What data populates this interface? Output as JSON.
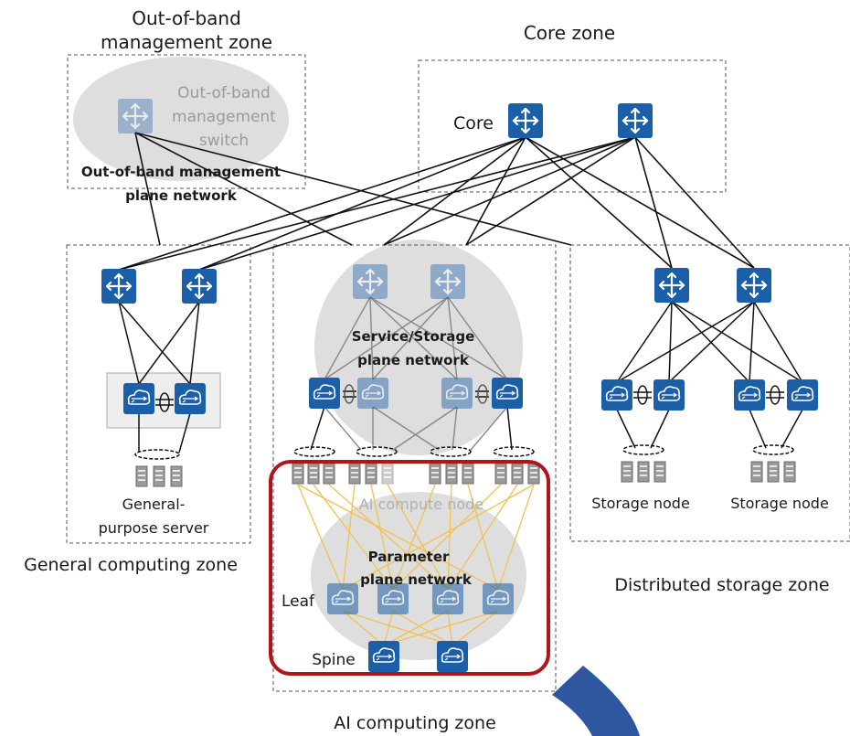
{
  "zones": {
    "oob_title_1": "Out-of-band",
    "oob_title_2": "management zone",
    "core_title": "Core zone",
    "general_title": "General computing zone",
    "ai_title": "AI computing zone",
    "storage_title": "Distributed storage zone"
  },
  "labels": {
    "oob_switch_1": "Out-of-band",
    "oob_switch_2": "management",
    "oob_switch_3": "switch",
    "oob_plane_1": "Out-of-band management",
    "oob_plane_2": "plane network",
    "core": "Core",
    "service_plane_1": "Service/Storage",
    "service_plane_2": "plane network",
    "general_server_1": "General-",
    "general_server_2": "purpose server",
    "ai_node": "AI compute node",
    "param_plane_1": "Parameter",
    "param_plane_2": "plane network",
    "leaf": "Leaf",
    "spine": "Spine",
    "storage_node_1": "Storage node",
    "storage_node_2": "Storage node"
  },
  "colors": {
    "device_blue": "#1a5fa8",
    "highlight_red": "#b3141c",
    "accent_navy": "#2f57a0",
    "parameter_link": "#f2c14e",
    "bubble_gray": "#dedede"
  }
}
